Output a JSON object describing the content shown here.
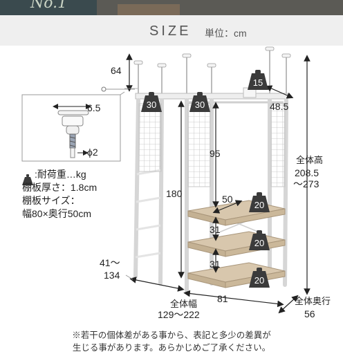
{
  "header": {
    "badge": "No.1",
    "title": "SIZE",
    "unit": "単位：cm"
  },
  "dimensions": {
    "top_adjust": "64",
    "pole_diameter_detail": "6.5",
    "pole_bolt": "ϕ2",
    "depth_top": "48.5",
    "grid_height": "180",
    "shelf_gap_top": "95",
    "shelf_depth": "50",
    "shelf_gap_1": "31",
    "shelf_gap_2": "31",
    "left_width_a": "41〜",
    "left_width_b": "134",
    "inner_width": "81",
    "total_width_label": "全体幅",
    "total_width_value": "129〜222",
    "total_height_label": "全体高",
    "total_height_a": "208.5",
    "total_height_b": "〜273",
    "total_depth_label": "全体奥行",
    "total_depth_value": "56"
  },
  "loads": {
    "left_top": "30",
    "center_top": "30",
    "right_top": "15",
    "shelf_1": "20",
    "shelf_2": "20",
    "shelf_3": "20"
  },
  "notes": {
    "load_line": ":耐荷重…kg",
    "thickness_line": "棚板厚さ：1.8cm",
    "shelf_size_line": "棚板サイズ：",
    "shelf_size_value": "幅80×奥行50cm"
  },
  "footer": {
    "line1": "※若干の個体差がある事から、表記と多少の差異が",
    "line2": "生じる事があります。あらかじめご了承ください。"
  },
  "colors": {
    "frame": "#e8e8e8",
    "wood": "#d8c7ad",
    "weight_icon": "#3b3b3b",
    "arrow": "#222222",
    "header_band": "#efefef"
  }
}
